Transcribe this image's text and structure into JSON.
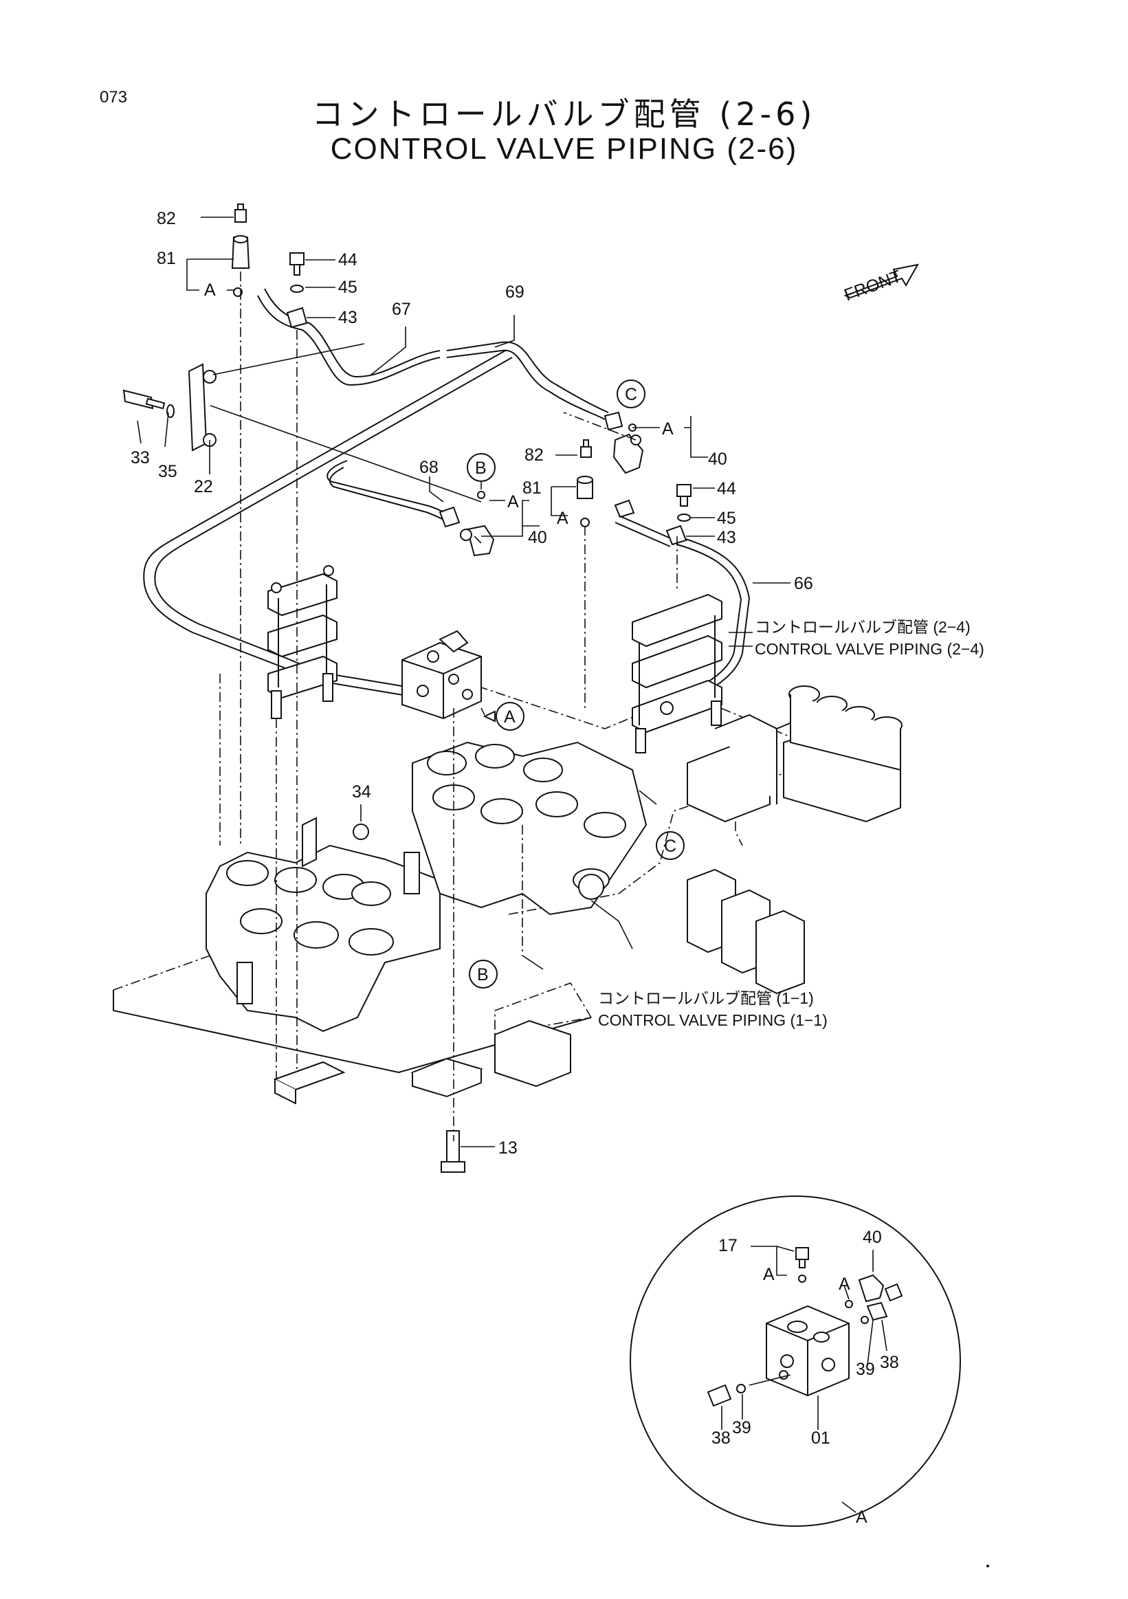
{
  "page_number": "073",
  "title_ja": "コントロールバルブ配管 (2-6)",
  "title_en": "CONTROL VALVE PIPING (2-6)",
  "front_label": "FRONT",
  "refs": {
    "ref_24_ja": "コントロールバルブ配管 (2−4)",
    "ref_24_en": "CONTROL VALVE PIPING (2−4)",
    "ref_11_ja": "コントロールバルブ配管 (1−1)",
    "ref_11_en": "CONTROL VALVE PIPING (1−1)"
  },
  "callouts": {
    "a": "A",
    "b": "B",
    "c": "C"
  },
  "parts": {
    "p82a": "82",
    "p81a": "81",
    "a1": "A",
    "p44a": "44",
    "p45a": "45",
    "p43a": "43",
    "p67": "67",
    "p69": "69",
    "p33": "33",
    "p35": "35",
    "p22": "22",
    "a2": "A",
    "p40a": "40",
    "p82b": "82",
    "p81b": "81",
    "a3": "A",
    "p68": "68",
    "a4": "A",
    "p40b": "40",
    "p44b": "44",
    "p45b": "45",
    "p43b": "43",
    "p66": "66",
    "p34": "34",
    "p13": "13"
  },
  "detail": {
    "p17": "17",
    "a5": "A",
    "p40": "40",
    "a6": "A",
    "p38r": "38",
    "p39r": "39",
    "p38l": "38",
    "p39l": "39",
    "p01": "01",
    "label": "A"
  }
}
